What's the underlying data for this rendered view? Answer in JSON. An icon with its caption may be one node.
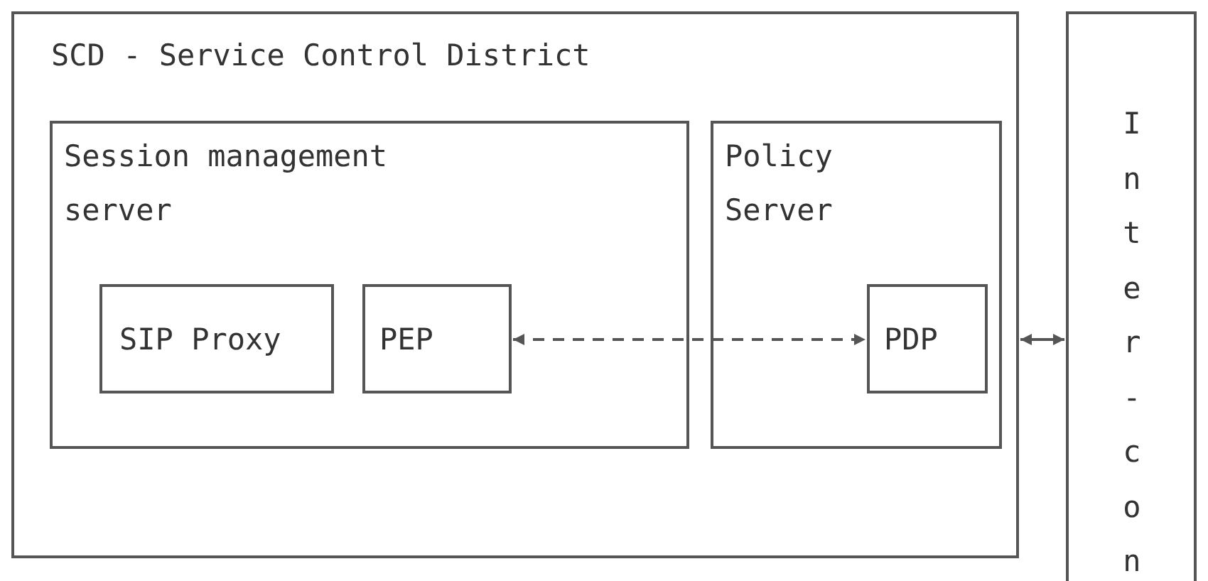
{
  "diagram": {
    "nodes": [
      {
        "text": [
          "SCD - Service Control District"
        ]
      },
      {
        "text": [
          "Session management server"
        ],
        "in": 0
      },
      {
        "text": [
          "SIP Proxy"
        ],
        "in": 1
      },
      {
        "text": [
          "PEP"
        ],
        "in": 1
      },
      {
        "text": [
          "Policy Server"
        ],
        "in": 0
      },
      {
        "text": [
          "PDP"
        ],
        "in": 4
      },
      {
        "text": [
          "Inter-con"
        ]
      }
    ],
    "edges": [
      {
        "from": 3,
        "to": 5,
        "arrow": "both",
        "style": "dashed"
      },
      {
        "from": 0,
        "to": 6,
        "arrow": "both"
      }
    ]
  }
}
